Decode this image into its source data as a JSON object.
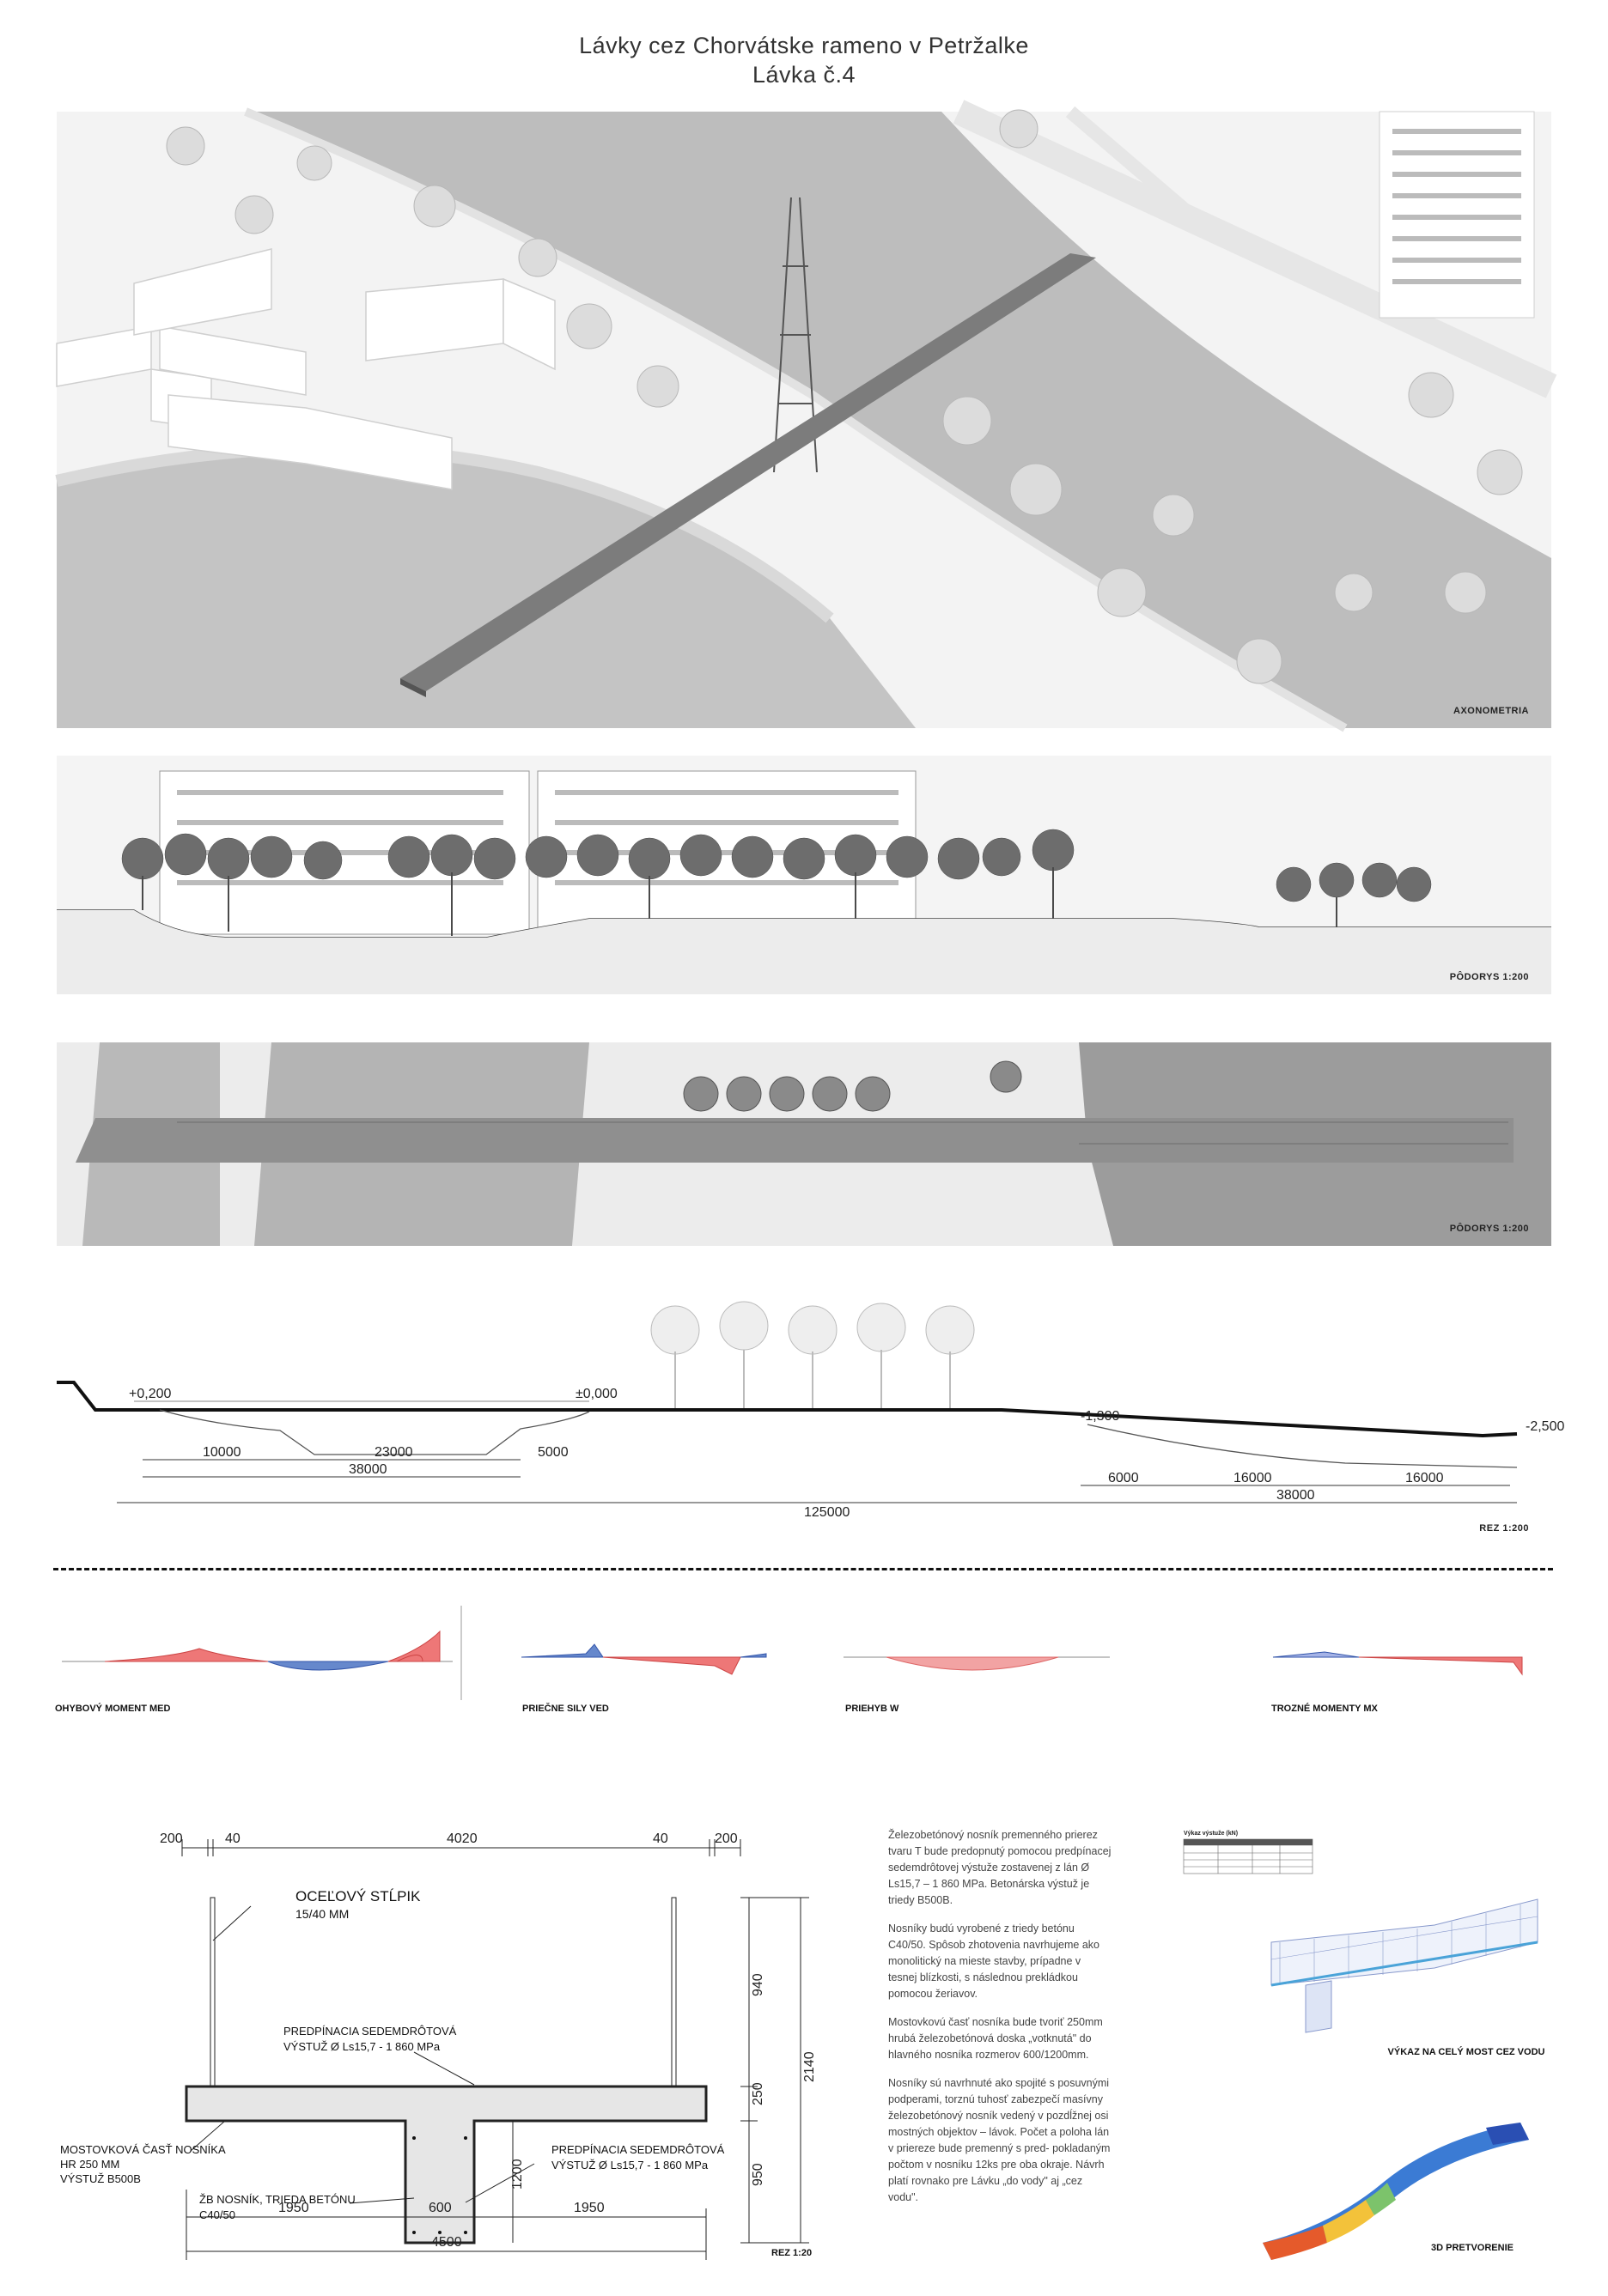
{
  "header": {
    "title_line1": "Lávky cez Chorvátske rameno v Petržalke",
    "title_line2": "Lávka č.4"
  },
  "panels": {
    "axonometry_label": "AXONOMETRIA",
    "elevation_label": "PÔDORYS 1:200",
    "plan_label": "PÔDORYS 1:200",
    "section_label": "REZ 1:200"
  },
  "section": {
    "levels": [
      "+0,200",
      "±0,000",
      "-1,300",
      "-2,500"
    ],
    "dims_left": [
      "10000",
      "23000",
      "5000"
    ],
    "dim_left_total": "38000",
    "dims_right": [
      "6000",
      "16000",
      "16000"
    ],
    "dim_right_total": "38000",
    "dim_total": "125000"
  },
  "diagrams": [
    {
      "label": "OHYBOVÝ MOMENT MED"
    },
    {
      "label": "PRIEČNE SILY VED"
    },
    {
      "label": "PRIEHYB W"
    },
    {
      "label": "TROZNÉ MOMENTY MX"
    }
  ],
  "cross_section": {
    "label": "REZ 1:20",
    "top_dims": [
      "200",
      "40",
      "4020",
      "40",
      "200"
    ],
    "bottom_dims": [
      "1950",
      "600",
      "1950"
    ],
    "bottom_total": "4500",
    "right_dims": [
      "940",
      "250",
      "950"
    ],
    "right_total": "2140",
    "web_height": "1200",
    "note_column_title": "OCEĽOVÝ STĹPIK",
    "note_column_size": "15/40  MM",
    "note_prestress_top_1": "PREDPÍNACIA SEDEMDRÔTOVÁ",
    "note_prestress_top_2": "VÝSTUŽ  Ø Ls15,7 - 1 860 MPa",
    "note_deck_1": "MOSTOVKOVÁ ČASŤ NOSNÍKA",
    "note_deck_2": "HR 250 MM",
    "note_deck_3": "VÝSTUŽ B500B",
    "note_beam_1": "ŽB NOSNÍK, TRIEDA BETÓNU",
    "note_beam_2": "C40/50",
    "note_prestress_bottom_1": "PREDPÍNACIA SEDEMDRÔTOVÁ",
    "note_prestress_bottom_2": "VÝSTUŽ  Ø Ls15,7 - 1 860 MPa"
  },
  "description": {
    "p1": "Železobetónový nosník premenného prierez tvaru T bude predopnutý pomocou predpínacej sedemdrôtovej výstuže zostavenej z lán Ø Ls15,7 – 1 860 MPa. Betonárska výstuž je triedy B500B.",
    "p2": "Nosníky budú vyrobené z triedy betónu C40/50. Spôsob zhotovenia navrhujeme ako monolitický na mieste stavby, prípadne v tesnej blízkosti, s následnou prekládkou pomocou žeriavov.",
    "p3": "Mostovkovú časť nosníka bude tvoriť 250mm hrubá železobetónová doska „votknutá\" do hlavného nosníka rozmerov 600/1200mm.",
    "p4": "Nosníky sú navrhnuté ako spojité s posuvnými podperami, torznú tuhosť zabezpečí masívny železobetónový nosník vedený v pozdĺžnej osi mostných objektov – lávok. Počet a poloha lán v priereze bude premenný s pred- pokladaným počtom v nosníku 12ks pre oba okraje. Návrh platí rovnako pre Lávku „do vody\" aj „cez vodu\"."
  },
  "right_column": {
    "table_title": "Výkaz výstuže (kN)",
    "model_label": "VÝKAZ NA CELÝ MOST CEZ VODU",
    "deform_label": "3D PRETVORENIE"
  },
  "colors": {
    "water": "#b7b7b7",
    "bridge": "#7c7c7c",
    "positive": "#e06666",
    "negative": "#3b5bbf"
  }
}
